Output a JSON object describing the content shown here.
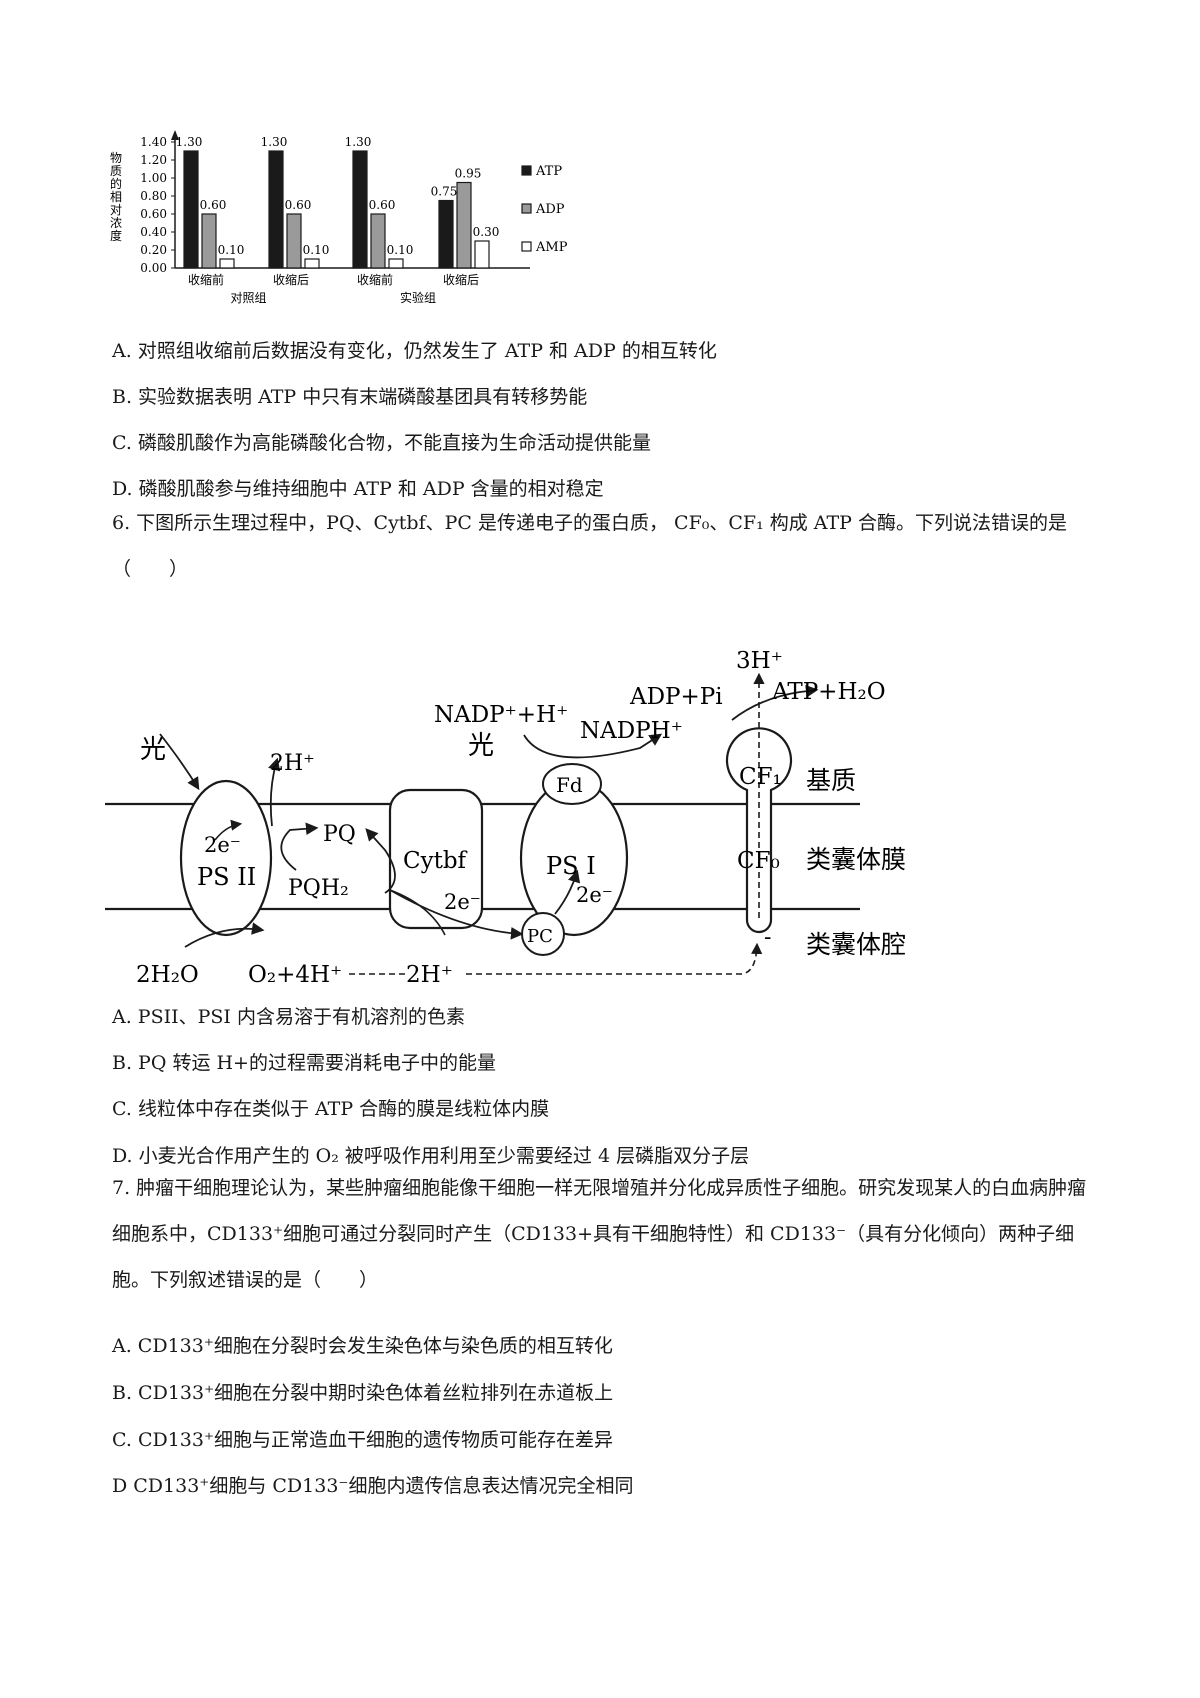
{
  "chart_data": {
    "type": "bar",
    "ylabel": "物质的相对浓度",
    "ylim": [
      0,
      1.4
    ],
    "yticks": [
      "1.40",
      "1.20",
      "1.00",
      "0.80",
      "0.60",
      "0.40",
      "0.20",
      "0.00"
    ],
    "categories": [
      "收缩前",
      "收缩后",
      "收缩前",
      "收缩后"
    ],
    "groups": [
      "对照组",
      "实验组"
    ],
    "series": [
      {
        "name": "ATP",
        "values": [
          1.3,
          1.3,
          1.3,
          0.75
        ],
        "labels": [
          "1.30",
          "1.30",
          "1.30",
          "0.75"
        ],
        "color": "#1a1a1a"
      },
      {
        "name": "ADP",
        "values": [
          0.6,
          0.6,
          0.6,
          0.95
        ],
        "labels": [
          "0.60",
          "0.60",
          "0.60",
          "0.95"
        ],
        "color": "#9a9a9a"
      },
      {
        "name": "AMP",
        "values": [
          0.1,
          0.1,
          0.1,
          0.3
        ],
        "labels": [
          "0.10",
          "0.10",
          "0.10",
          "0.30"
        ],
        "color": "#ffffff"
      }
    ],
    "legend_position": "right"
  },
  "q5": {
    "options": [
      "A.  对照组收缩前后数据没有变化，仍然发生了 ATP 和 ADP 的相互转化",
      "B.  实验数据表明 ATP 中只有末端磷酸基团具有转移势能",
      "C.  磷酸肌酸作为高能磷酸化合物，不能直接为生命活动提供能量",
      "D.  磷酸肌酸参与维持细胞中 ATP 和 ADP 含量的相对稳定"
    ]
  },
  "q6": {
    "stem": "6. 下图所示生理过程中，PQ、Cytbf、PC 是传递电子的蛋白质，  CF₀、CF₁ 构成 ATP 合酶。下列说法错误的是（　　）",
    "diagram": {
      "light1": "光",
      "light2": "光",
      "h2_top": "2H⁺",
      "e_ps2": "2e⁻",
      "ps2": "PS II",
      "pq": "PQ",
      "pqh2": "PQH₂",
      "cytbf": "Cytbf",
      "e_cyt": "2e⁻",
      "pc": "PC",
      "ps1": "PS I",
      "e_ps1": "2e⁻",
      "fd": "Fd",
      "nadp": "NADP⁺+H⁺",
      "nadph": "NADPH⁺",
      "adp": "ADP+Pi",
      "atp": "ATP+H₂O",
      "h3": "3H⁺",
      "cf1": "CF₁",
      "cf0": "CF₀",
      "h2o": "2H₂O",
      "o2": "O₂+4H⁺",
      "h2_bottom": "2H⁺",
      "stroma": "基质",
      "membrane": "类囊体膜",
      "lumen": "类囊体腔"
    },
    "options": [
      "A. PSII、PSI 内含易溶于有机溶剂的色素",
      "B. PQ 转运 H+的过程需要消耗电子中的能量",
      "C.  线粒体中存在类似于 ATP 合酶的膜是线粒体内膜",
      "D.  小麦光合作用产生的 O₂ 被呼吸作用利用至少需要经过 4 层磷脂双分子层"
    ]
  },
  "q7": {
    "stem": "7. 肿瘤干细胞理论认为，某些肿瘤细胞能像干细胞一样无限增殖并分化成异质性子细胞。研究发现某人的白血病肿瘤细胞系中，CD133⁺细胞可通过分裂同时产生（CD133+具有干细胞特性）和 CD133⁻（具有分化倾向）两种子细胞。下列叙述错误的是（　　）",
    "options": [
      "A. CD133⁺细胞在分裂时会发生染色体与染色质的相互转化",
      "B. CD133⁺细胞在分裂中期时染色体着丝粒排列在赤道板上",
      "C. CD133⁺细胞与正常造血干细胞的遗传物质可能存在差异",
      "D   CD133⁺细胞与 CD133⁻细胞内遗传信息表达情况完全相同"
    ]
  }
}
